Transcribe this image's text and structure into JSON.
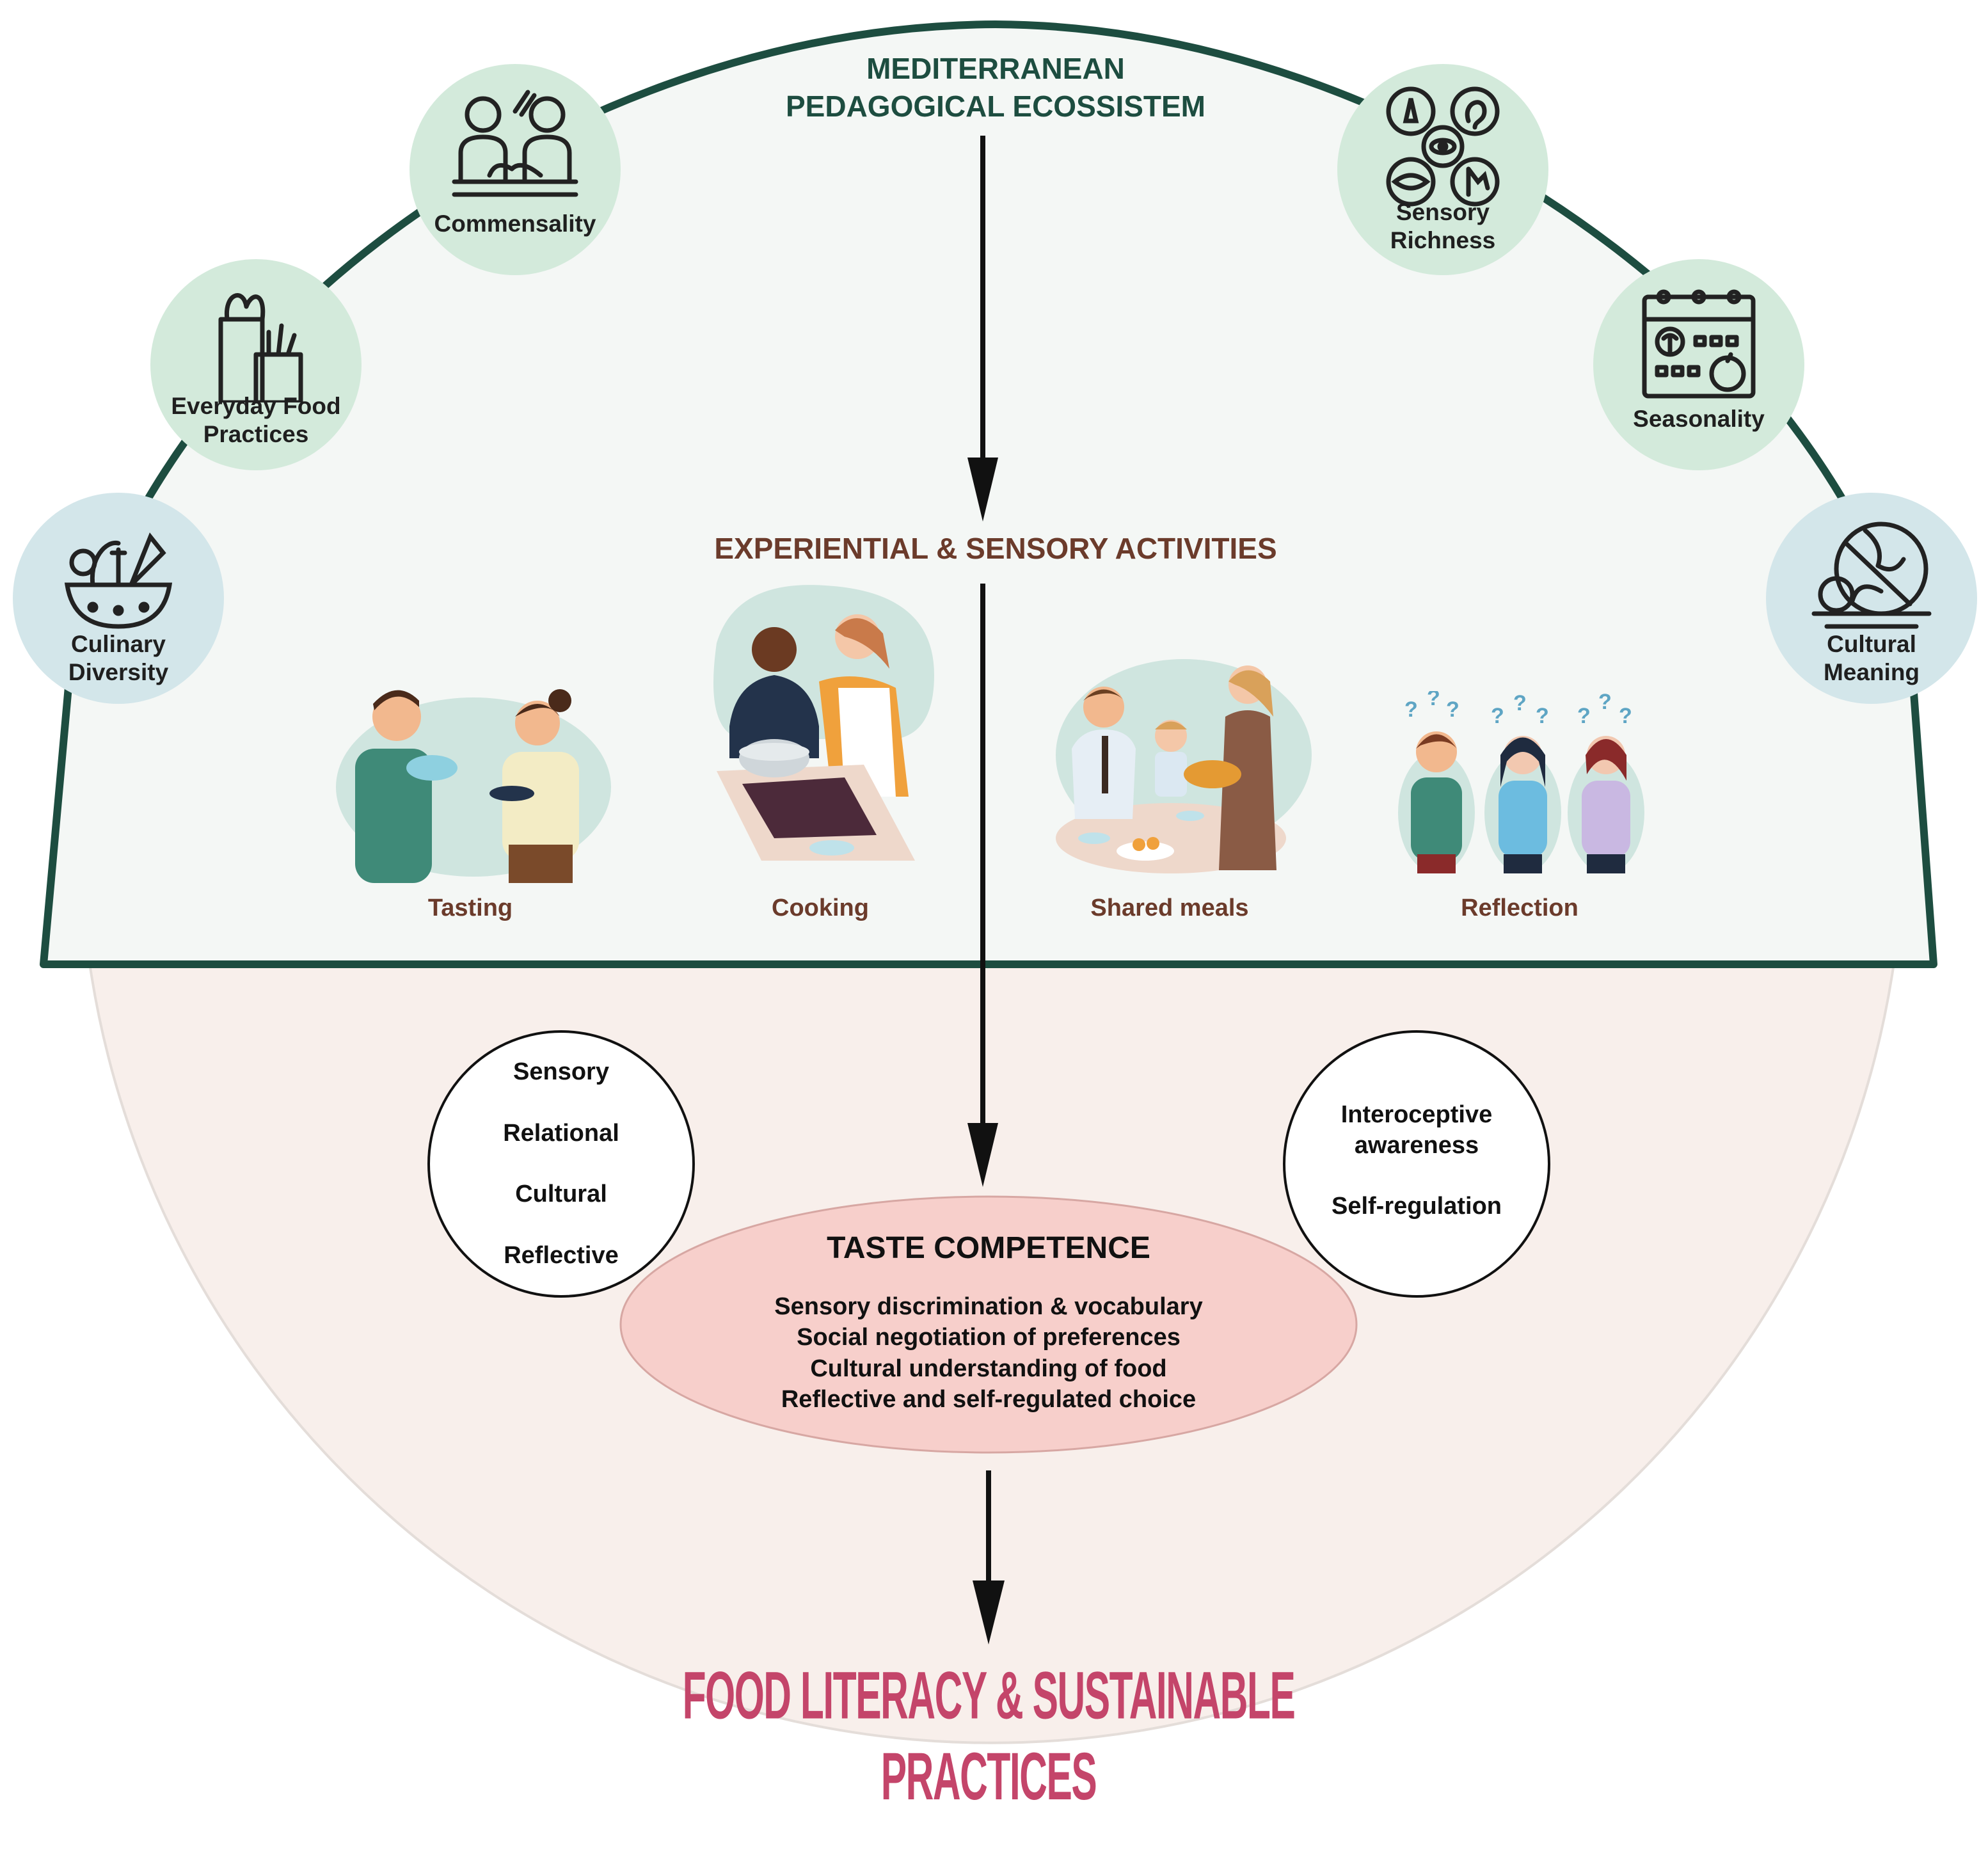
{
  "diagram": {
    "title_line1": "MEDITERRANEAN",
    "title_line2": "PEDAGOGICAL ECOSSISTEM",
    "activities_heading": "EXPERIENTIAL & SENSORY ACTIVITIES",
    "nodes": [
      {
        "label_lines": [
          "Culinary",
          "Diversity"
        ],
        "icon": "vegetable-basket-icon",
        "color": "#d3e6ea"
      },
      {
        "label_lines": [
          "Everyday Food",
          "Practices"
        ],
        "icon": "grocery-bag-icon",
        "color": "#d3eadb"
      },
      {
        "label_lines": [
          "Commensality"
        ],
        "icon": "shared-meal-icon",
        "color": "#d3eadb"
      },
      {
        "label_lines": [
          "Sensory",
          "Richness"
        ],
        "icon": "five-senses-icon",
        "color": "#d3eadb"
      },
      {
        "label_lines": [
          "Seasonality"
        ],
        "icon": "calendar-icon",
        "color": "#d3eadb"
      },
      {
        "label_lines": [
          "Cultural",
          "Meaning"
        ],
        "icon": "globe-plate-icon",
        "color": "#d3e6ea"
      }
    ],
    "activities": [
      "Tasting",
      "Cooking",
      "Shared meals",
      "Reflection"
    ],
    "left_circle": [
      "Sensory",
      "Relational",
      "Cultural",
      "Reflective"
    ],
    "right_circle": {
      "top_lines": [
        "Interoceptive",
        "awareness"
      ],
      "bottom": "Self-regulation"
    },
    "taste": {
      "title": "TASTE COMPETENCE",
      "lines": [
        "Sensory discrimination & vocabulary",
        "Social negotiation of preferences",
        "Cultural understanding of food",
        "Reflective and self-regulated choice"
      ]
    },
    "outcome": "FOOD LITERACY & SUSTAINABLE PRACTICES",
    "colors": {
      "dome_border": "#1d4d40",
      "dome_fill": "#f4f7f5",
      "lower_fill": "#f8efeb",
      "title": "#1d4d40",
      "activity_text": "#6b3b2b",
      "ellipse_fill": "#f7cfcb",
      "outcome": "#c4456a"
    }
  }
}
